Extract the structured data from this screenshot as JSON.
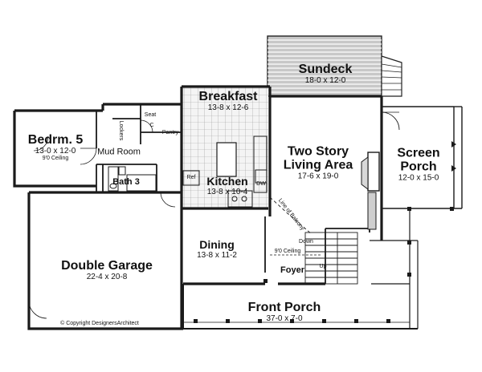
{
  "rooms": {
    "sundeck": {
      "name": "Sundeck",
      "size": "18-0 x 12-0"
    },
    "breakfast": {
      "name": "Breakfast",
      "size": "13-8 x 12-6"
    },
    "bedroom5": {
      "name": "Bedrm. 5",
      "size": "13-0 x 12-0",
      "ceiling": "9'0 Ceiling"
    },
    "mud_room": {
      "name": "Mud Room"
    },
    "bath3": {
      "name": "Bath 3"
    },
    "kitchen": {
      "name": "Kitchen",
      "size": "13-8 x 10-4"
    },
    "living": {
      "line1": "Two Story",
      "line2": "Living Area",
      "size": "17-6 x 19-0"
    },
    "screen_porch": {
      "line1": "Screen",
      "line2": "Porch",
      "size": "12-0 x 15-0"
    },
    "double_garage": {
      "name": "Double Garage",
      "size": "22-4 x 20-8"
    },
    "dining": {
      "name": "Dining",
      "size": "13-8 x 11-2",
      "ceiling": "9'0 Ceiling"
    },
    "foyer": {
      "name": "Foyer"
    },
    "front_porch": {
      "name": "Front Porch",
      "size": "37-0 x 7-0"
    }
  },
  "small_labels": {
    "seat": "Seat",
    "pantry": "Pantry",
    "lockers": "Lockers",
    "c": "C",
    "ref": "Ref",
    "dw": "DW",
    "down": "Down",
    "up": "Up",
    "line_of_balcony": "Line of Balcony"
  },
  "copyright": "© Copyright DesignersArchitect"
}
